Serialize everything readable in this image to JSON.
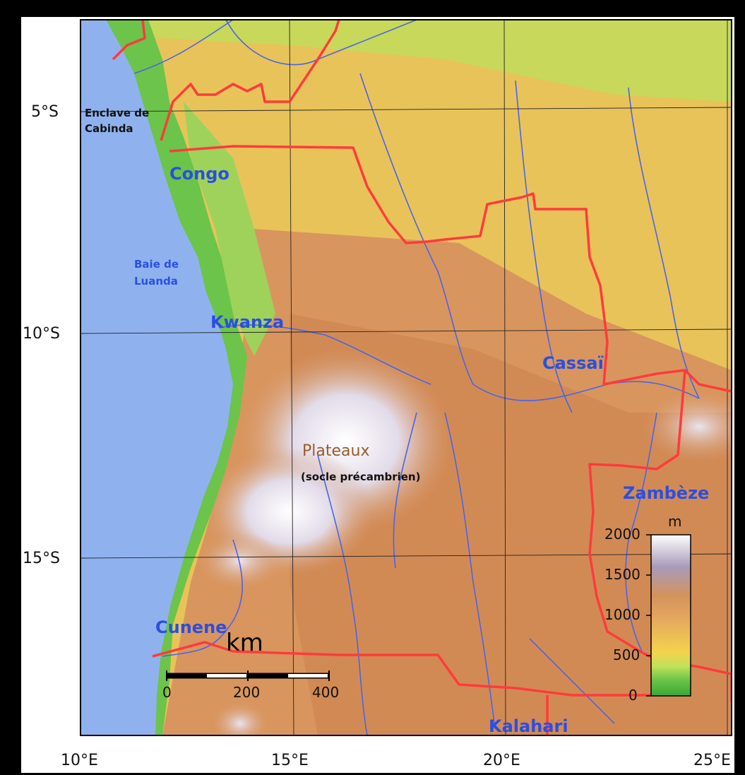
{
  "axes": {
    "latitude_labels": [
      "5°S",
      "10°S",
      "15°S"
    ],
    "longitude_labels": [
      "10°E",
      "15°E",
      "20°E",
      "25°E"
    ]
  },
  "labels": {
    "cabinda_line1": "Enclave de",
    "cabinda_line2": "Cabinda",
    "congo": "Congo",
    "baie_line1": "Baie de",
    "baie_line2": "Luanda",
    "kwanza": "Kwanza",
    "cassai": "Cassaï",
    "plateaux": "Plateaux",
    "socle": "(socle précambrien)",
    "zambeze": "Zambèze",
    "cunene": "Cunene",
    "kalahari": "Kalahari"
  },
  "scale_bar": {
    "unit": "km",
    "ticks": [
      "0",
      "200",
      "400"
    ]
  },
  "elevation_legend": {
    "unit": "m",
    "ticks": [
      "2000",
      "1500",
      "1000",
      "500",
      "0"
    ]
  },
  "colors": {
    "sea": "#8fb2ef",
    "border": "#ff3b3b",
    "river": "#4a64e8",
    "lowland": "#6cc44a",
    "midland": "#e7c34f",
    "plateau": "#d2925b",
    "highland": "#f2eef6"
  }
}
